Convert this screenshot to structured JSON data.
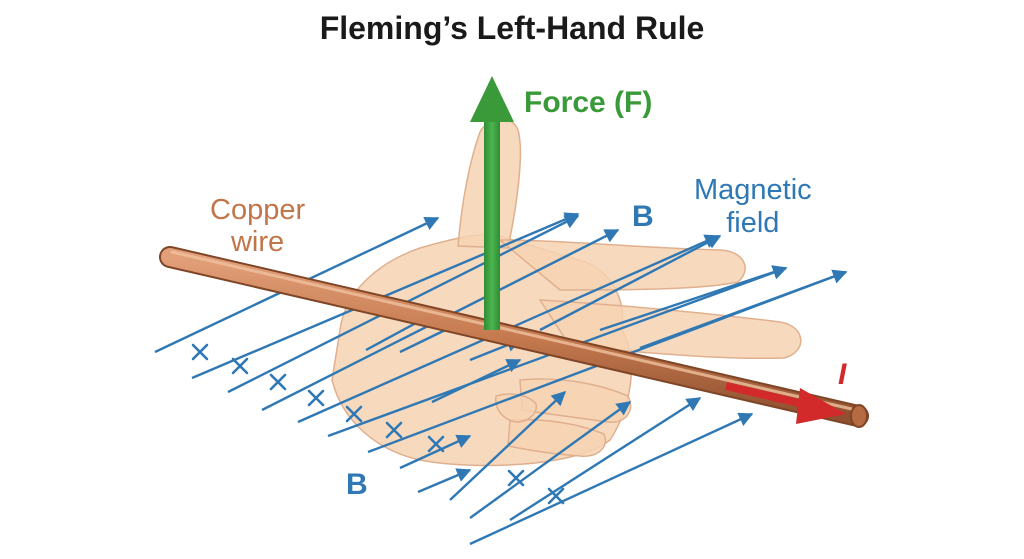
{
  "title": "Fleming’s Left-Hand Rule",
  "labels": {
    "force": "Force (F)",
    "copper_wire": [
      "Copper",
      "wire"
    ],
    "magnetic_field": [
      "Magnetic",
      "field"
    ],
    "field_symbol": "B",
    "current_symbol": "I"
  },
  "colors": {
    "force": "#3a9a3a",
    "current": "#d22a2a",
    "field": "#2f78b4",
    "wire": "#c0764a",
    "skin": "#f6d2b3"
  },
  "icons": {
    "field_cross": "cross-mark"
  }
}
